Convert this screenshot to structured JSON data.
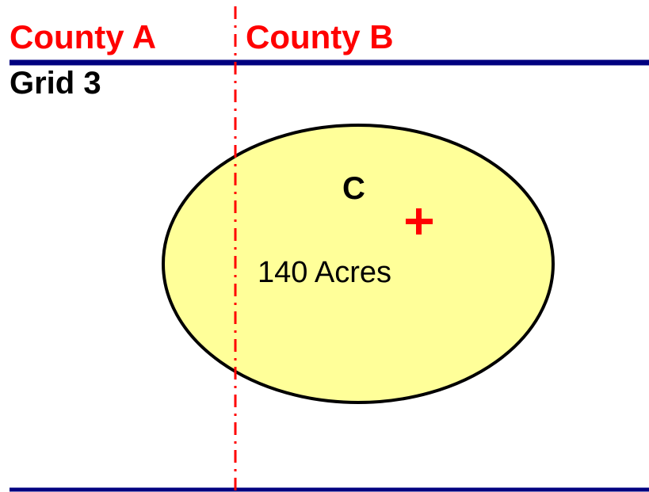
{
  "labels": {
    "county_a": "County A",
    "county_b": "County B",
    "grid": "Grid 3"
  },
  "parcel": {
    "letter": "C",
    "area": "140 Acres"
  },
  "colors": {
    "county_text": "#ff0000",
    "boundary_line": "#ff0000",
    "grid_line": "#000080",
    "parcel_fill": "#ffff99",
    "parcel_stroke": "#000000",
    "centroid_marker": "#ff0000",
    "text": "#000000"
  }
}
